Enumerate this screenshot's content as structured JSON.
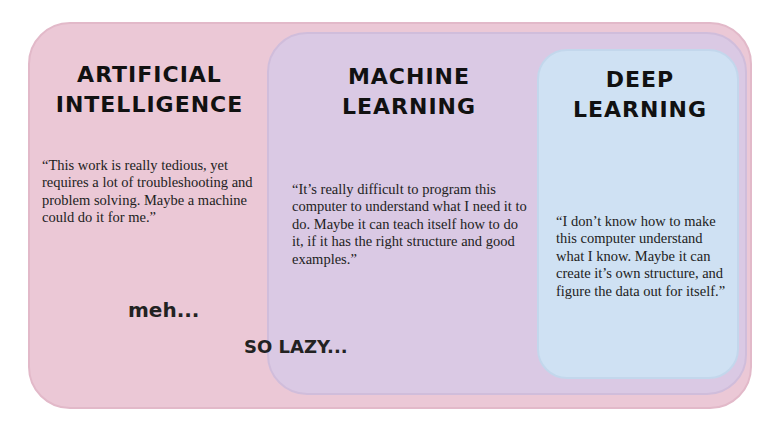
{
  "diagram": {
    "nodes": [
      {
        "text": [
          "ARTIFICIAL INTELLIGENCE",
          "“This work is really tedious, yet requires a lot of troubleshooting and problem solving. Maybe a machine could do it for me.”"
        ]
      },
      {
        "text": [
          "MACHINE LEARNING",
          "“It’s really difficult to program this computer to understand what I need it to do. Maybe it can teach itself how to do it, if it has the right structure and good examples.”"
        ],
        "in": 0
      },
      {
        "text": [
          "DEEP LEARNING",
          "“I don’t know how to make this computer understand what I know. Maybe it can create it’s own structure, and figure the data out for itself.”"
        ],
        "in": 1
      }
    ],
    "labels": [
      "meh...",
      "SO LAZY..."
    ]
  }
}
